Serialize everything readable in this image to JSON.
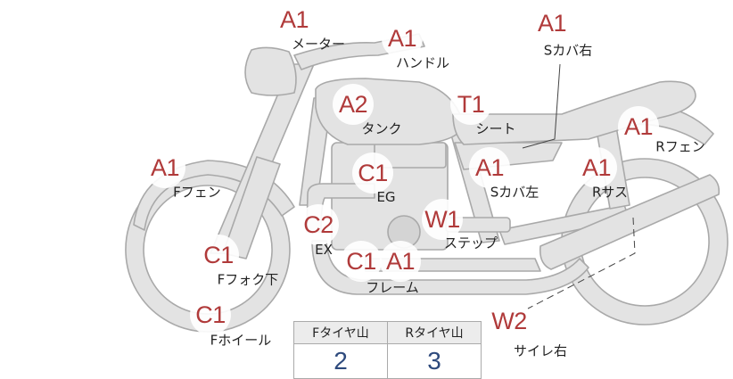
{
  "parts": [
    {
      "id": "meter",
      "rank": "A1",
      "name": "メーター"
    },
    {
      "id": "handle",
      "rank": "A1",
      "name": "ハンドル"
    },
    {
      "id": "s-cover-right",
      "rank": "A1",
      "name": "Sカバ右"
    },
    {
      "id": "tank",
      "rank": "A2",
      "name": "タンク"
    },
    {
      "id": "seat",
      "rank": "T1",
      "name": "シート"
    },
    {
      "id": "r-fender",
      "rank": "A1",
      "name": "Rフェン"
    },
    {
      "id": "f-fender",
      "rank": "A1",
      "name": "Fフェン"
    },
    {
      "id": "engine",
      "rank": "C1",
      "name": "EG"
    },
    {
      "id": "s-cover-left",
      "rank": "A1",
      "name": "Sカバ左"
    },
    {
      "id": "r-suspension",
      "rank": "A1",
      "name": "Rサス"
    },
    {
      "id": "exhaust",
      "rank": "C2",
      "name": "EX"
    },
    {
      "id": "step",
      "rank": "W1",
      "name": "ステップ"
    },
    {
      "id": "f-fork-lower",
      "rank": "C1",
      "name": "Fフォク下"
    },
    {
      "id": "frame",
      "rank_left": "C1",
      "rank_right": "A1",
      "name": "フレーム"
    },
    {
      "id": "f-wheel",
      "rank": "C1",
      "name": "Fホイール"
    },
    {
      "id": "silencer-right",
      "rank": "W2",
      "name": "サイレ右"
    }
  ],
  "tire_tread": {
    "headers": [
      "Fタイヤ山",
      "Rタイヤ山"
    ],
    "values": [
      "2",
      "3"
    ]
  },
  "colors": {
    "bike_fill": "#e3e3e3",
    "bike_stroke": "#a9a9a9",
    "rank_text": "#b03a3a",
    "tread_value": "#2e4a7d"
  }
}
